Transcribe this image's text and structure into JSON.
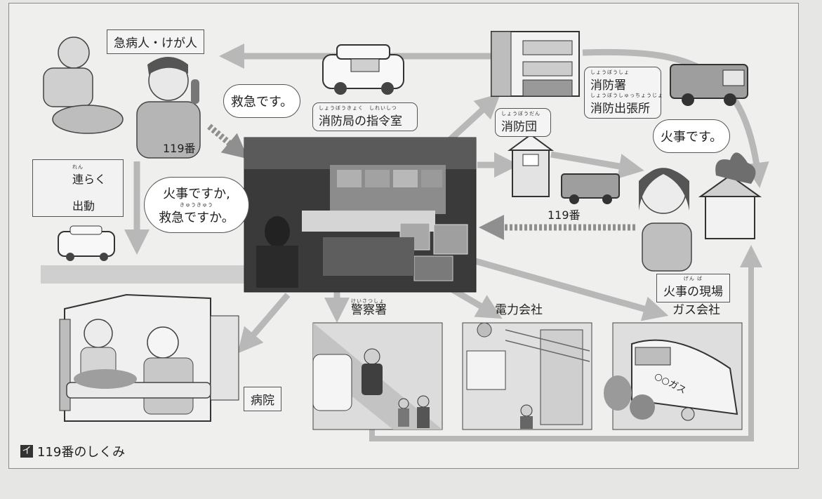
{
  "caption": {
    "icon_letter": "イ",
    "text": "119番のしくみ"
  },
  "labels": {
    "patient": "急病人・けが人",
    "hospital": "病院",
    "fire_scene": {
      "ruby": "げん ば",
      "text": "火事の現場"
    },
    "police": {
      "ruby": "けいさつしょ",
      "text": "警察署"
    },
    "power": "電力会社",
    "gas": "ガス会社",
    "command": {
      "ruby": "しょうぼうきょく　しれいしつ",
      "text": "消防局の指令室"
    },
    "fire_corps": {
      "ruby": "しょうぼうだん",
      "text": "消防団"
    },
    "fire_station_1": {
      "ruby": "しょうぼうしょ",
      "text": "消防署"
    },
    "fire_station_2": {
      "ruby": "しょうぼうしゅっちょうじょ",
      "text": "消防出張所"
    },
    "call_left": "119番",
    "call_right": "119番",
    "gas_sign": "○○ガス"
  },
  "bubbles": {
    "patient_call": "救急です。",
    "fire_call": "火事です。",
    "operator_line1": "火事ですか,",
    "operator_ruby": "きゅうきゅう",
    "operator_line2": "救急ですか。"
  },
  "legend": {
    "contact": {
      "ruby": "れん",
      "text": "連らく"
    },
    "dispatch": "出動"
  },
  "colors": {
    "arrow": "#b8b8b8",
    "dash_arrow": "#8f8f8f",
    "frame": "#8a8a8a"
  }
}
